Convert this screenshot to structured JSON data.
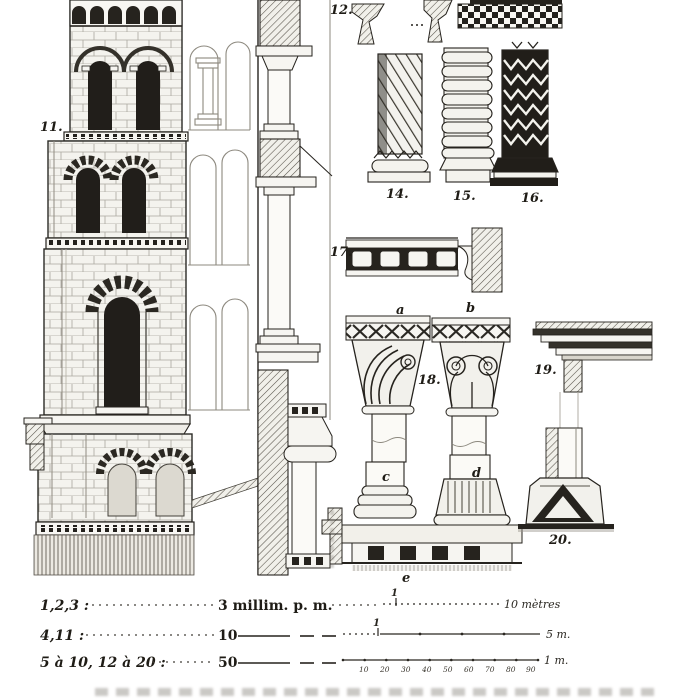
{
  "plate": {
    "figure_labels": {
      "f11": "11.",
      "f12": "12.",
      "f14": "14.",
      "f15": "15.",
      "f16": "16.",
      "f17": "17.",
      "f18": "18.",
      "f19": "19.",
      "f20": "20."
    },
    "part_labels": {
      "a": "a",
      "b": "b",
      "c": "c",
      "d": "d",
      "e": "e"
    },
    "legend": {
      "rows": [
        {
          "figures": "1,2,3 :",
          "scale": "3 millim. p. m."
        },
        {
          "figures": "4,11 :",
          "scale": "10"
        },
        {
          "figures": "5 à 10, 12 à 20 :",
          "scale": "50"
        }
      ],
      "bars": [
        {
          "start_tick": "1",
          "end_label": "10 mètres"
        },
        {
          "start_tick": "1",
          "end_label": "5 m."
        },
        {
          "end_label": "1 m.",
          "ticks": [
            "10",
            "20",
            "30",
            "40",
            "50",
            "60",
            "70",
            "80",
            "90"
          ]
        }
      ]
    },
    "colors": {
      "ink": "#26231e",
      "paper": "#ffffff"
    }
  }
}
